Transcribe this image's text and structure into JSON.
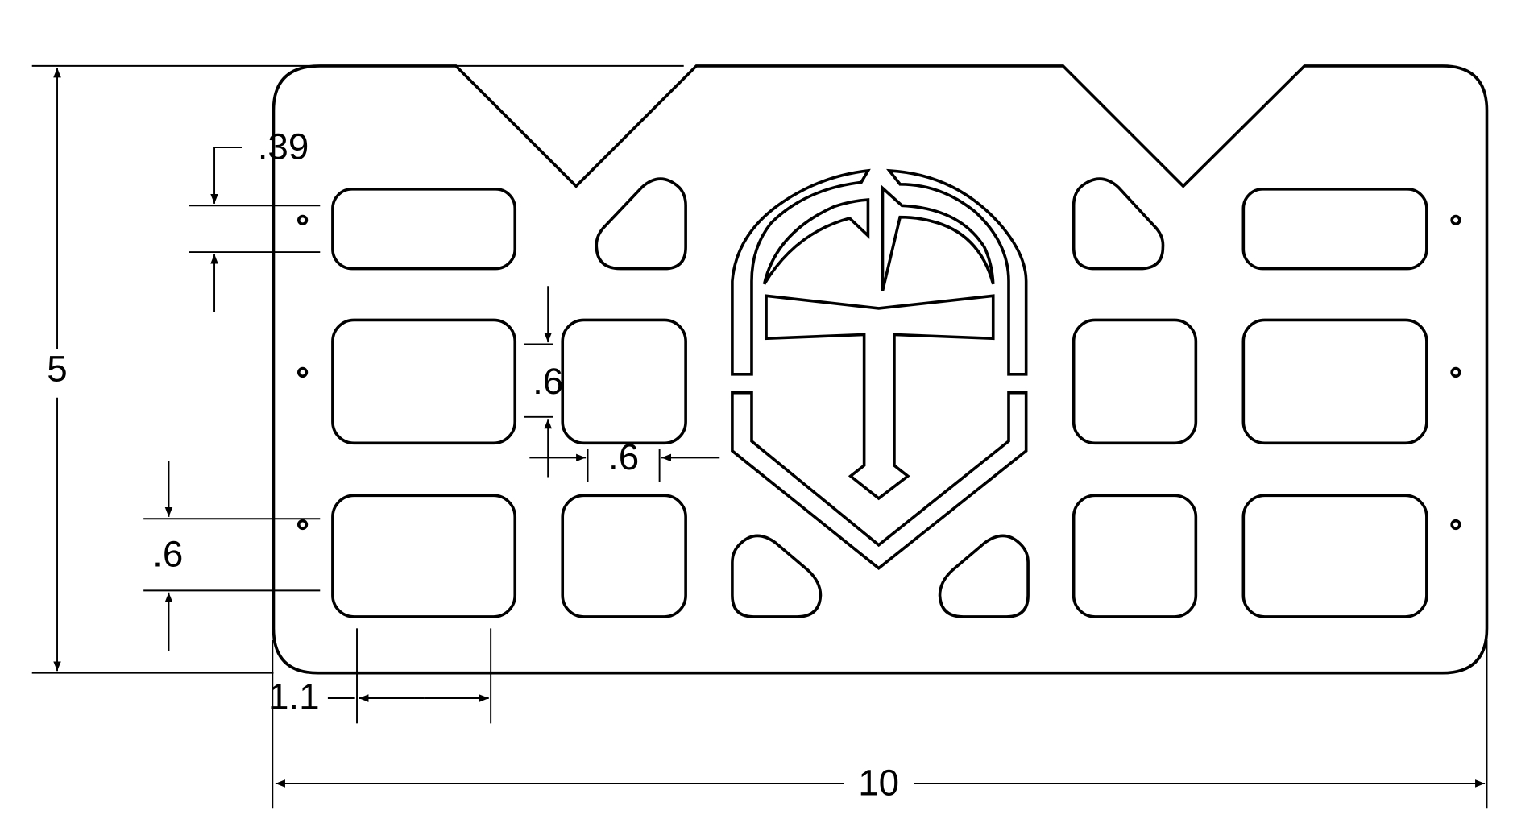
{
  "drawing": {
    "dimensions": {
      "overall_height": "5",
      "overall_width": "10",
      "slot_height_top": ".39",
      "slot_height_bottom": ".6",
      "slot_width": "1.1",
      "web_vertical": ".6",
      "web_horizontal": ".6"
    },
    "logo_letter": "T"
  }
}
